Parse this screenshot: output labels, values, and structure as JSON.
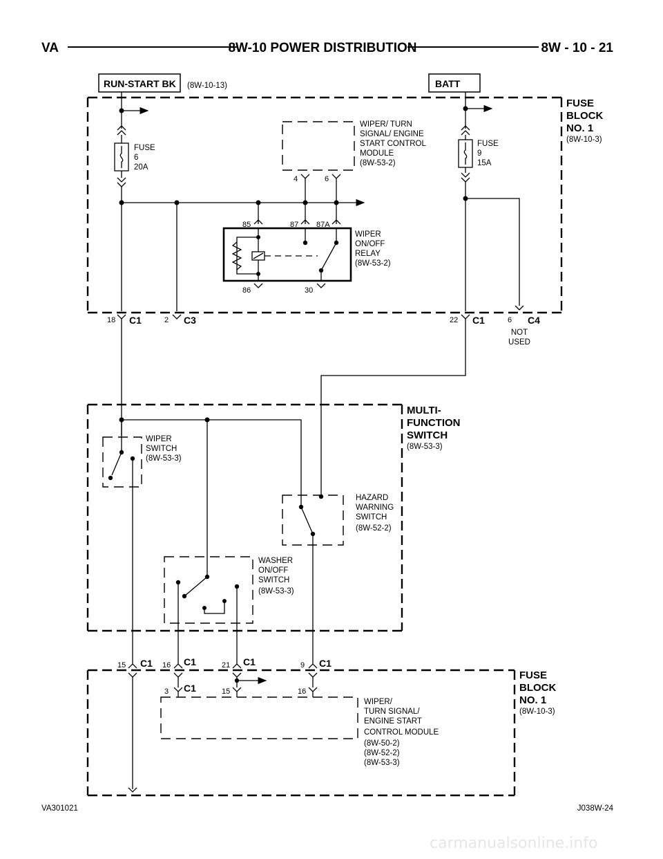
{
  "header": {
    "left": "VA",
    "title": "8W-10 POWER DISTRIBUTION",
    "page": "8W - 10 - 21"
  },
  "sources": {
    "run_start": "RUN-START BK",
    "run_start_ref": "(8W-10-13)",
    "batt": "BATT"
  },
  "blocks": {
    "fuse_block_top": {
      "lines": [
        "FUSE",
        "BLOCK",
        "NO. 1"
      ],
      "ref": "(8W-10-3)"
    },
    "multi_function": {
      "lines": [
        "MULTI-",
        "FUNCTION",
        "SWITCH"
      ],
      "ref": "(8W-53-3)"
    },
    "fuse_block_bottom": {
      "lines": [
        "FUSE",
        "BLOCK",
        "NO. 1"
      ],
      "ref": "(8W-10-3)"
    }
  },
  "components": {
    "fuse6": [
      "FUSE",
      "6",
      "20A"
    ],
    "fuse9": [
      "FUSE",
      "9",
      "15A"
    ],
    "wiper_module_top": [
      "WIPER/ TURN",
      "SIGNAL/ ENGINE",
      "START CONTROL",
      "MODULE",
      "(8W-53-2)"
    ],
    "wiper_relay": [
      "WIPER",
      "ON/OFF",
      "RELAY",
      "(8W-53-2)"
    ],
    "wiper_switch": [
      "WIPER",
      "SWITCH",
      "(8W-53-3)"
    ],
    "hazard_switch": [
      "HAZARD",
      "WARNING",
      "SWITCH",
      "(8W-52-2)"
    ],
    "washer_switch": [
      "WASHER",
      "ON/OFF",
      "SWITCH",
      "(8W-53-3)"
    ],
    "wiper_module_bottom": [
      "WIPER/",
      "TURN SIGNAL/",
      "ENGINE START",
      "CONTROL MODULE",
      "(8W-50-2)",
      "(8W-52-2)",
      "(8W-53-3)"
    ]
  },
  "pins": {
    "module_4": "4",
    "module_6": "6",
    "relay_85": "85",
    "relay_87": "87",
    "relay_87a": "87A",
    "relay_86": "86",
    "relay_30": "30",
    "c1_18": "18",
    "c3_2": "2",
    "c1_22": "22",
    "c4_6": "6",
    "c1_15": "15",
    "c1_16": "16",
    "c1_21": "21",
    "c1_9": "9",
    "bot_3": "3",
    "bot_15": "15",
    "bot_16": "16"
  },
  "connectors": {
    "c1": "C1",
    "c3": "C3",
    "c4": "C4"
  },
  "not_used": [
    "NOT",
    "USED"
  ],
  "footer": {
    "left": "VA301021",
    "right": "J038W-24"
  },
  "watermark": "carmanualsonline.info"
}
